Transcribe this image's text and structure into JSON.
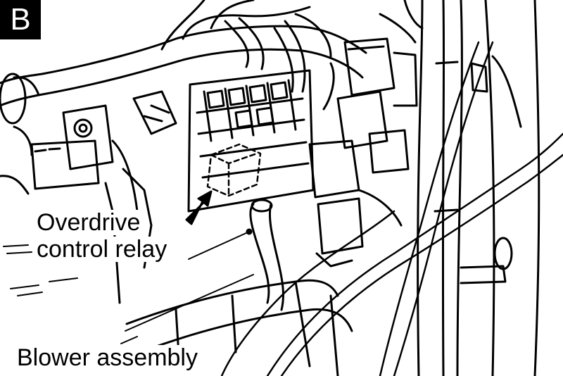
{
  "panel_letter": "B",
  "labels": {
    "overdrive_line1": "Overdrive",
    "overdrive_line2": "control relay",
    "blower": "Blower assembly"
  },
  "colors": {
    "ink": "#000000",
    "paper": "#ffffff"
  },
  "icons": {
    "arrow": "arrow-pointer-icon"
  }
}
